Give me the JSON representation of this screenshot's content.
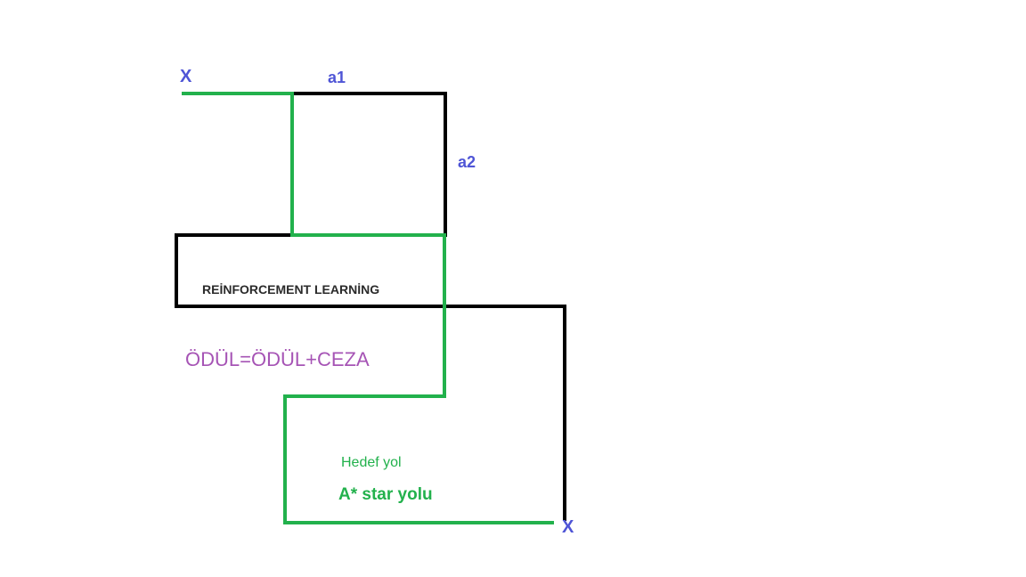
{
  "labels": {
    "start": "X",
    "end": "X",
    "a1": "a1",
    "a2": "a2",
    "title": "REİNFORCEMENT LEARNİNG",
    "formula": "ÖDÜL=ÖDÜL+CEZA",
    "goal_path": "Hedef yol",
    "astar_path": "A* star yolu"
  },
  "colors": {
    "background": "#ffffff",
    "rl_path": "#000000",
    "goal_path": "#22b14c",
    "point_label": "#4f55d6",
    "title_text": "#2b2b2b",
    "formula_text": "#a654b5",
    "goal_text": "#22b14c"
  }
}
